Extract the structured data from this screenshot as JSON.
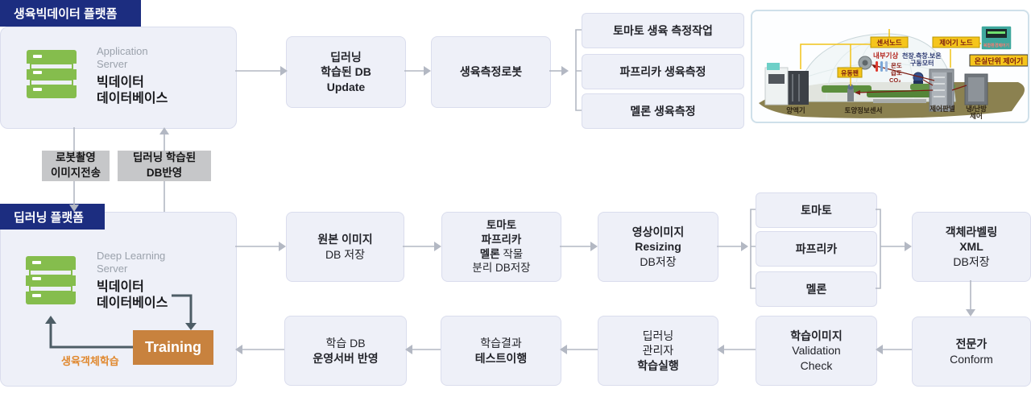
{
  "colors": {
    "navy": "#1c2d80",
    "box_fill": "#eef0f8",
    "box_border": "#dadded",
    "arrow_gray": "#b3b8c3",
    "arrow_dark": "#4d5d66",
    "server_green": "#85bd4d",
    "training_orange": "#c8823e",
    "note_orange": "#e0882e",
    "label_gray": "#c6c7c9"
  },
  "bigdata_platform": {
    "header": "생육빅데이터 플랫폼",
    "server_type": "Application Server",
    "server_name1": "빅데이터",
    "server_name2": "데이터베이스"
  },
  "deep_platform": {
    "header": "딥러닝 플랫폼",
    "server_type": "Deep Learning Server",
    "server_name1": "빅데이터",
    "server_name2": "데이터베이스",
    "training": "Training",
    "note": "생육객체학습"
  },
  "transfer": {
    "robot_line1": "로봇촬영",
    "robot_line2": "이미지전송",
    "reflect_line1": "딥러닝 학습된",
    "reflect_line2": "DB반영"
  },
  "row1": {
    "db_update": {
      "l1": "딥러닝",
      "l2": "학습된 DB",
      "l3": "Update"
    },
    "robot": "생육측정로봇",
    "tasks": [
      "토마토 생육 측정작업",
      "파프리카 생육측정",
      "멜론 생육측정"
    ]
  },
  "row2": {
    "original": {
      "b1": "원본 이미지",
      "n1": "DB 저장"
    },
    "separate": {
      "b1": "토마토",
      "b2": "파프리카",
      "b3": "멜론",
      "n3": " 작물",
      "n4": "분리 DB저장"
    },
    "resizing": {
      "b1": "영상이미지",
      "b2": "Resizing",
      "n1": "DB저장"
    },
    "crops": [
      "토마토",
      "파프리카",
      "멜론"
    ],
    "labeling": {
      "b1": "객체라벨링",
      "b2": "XML",
      "n1": "DB저장"
    }
  },
  "row3": {
    "conform": {
      "b1": "전문가",
      "n1": "Conform"
    },
    "validation": {
      "b1": "학습이미지",
      "n1": "Validation",
      "n2": "Check"
    },
    "execute": {
      "n1": "딥러닝",
      "n2": "관리자",
      "b1": "학습실행"
    },
    "test": {
      "n1": "학습결과",
      "b1": "테스트이행"
    },
    "deploy": {
      "n1": "학습 DB",
      "b1": "운영서버 반영"
    }
  },
  "greenhouse": {
    "sensor_node": "센서노드",
    "controller_node": "제어기 노드",
    "indoor_weather": "내부기상",
    "motor_line1": "천장.측창.보온",
    "motor_line2": "구동모터",
    "temp": "온도",
    "humidity": "습도",
    "co2": "CO₂",
    "fan": "유동팬",
    "nutrient_machine": "양액기",
    "soil_sensor": "토양정보센서",
    "control_panel": "제어판넬",
    "hvac_line1": "냉/난방",
    "hvac_line2": "제어",
    "unit_controller": "온실단위 제어기",
    "device_label": "복합환경제어기"
  }
}
